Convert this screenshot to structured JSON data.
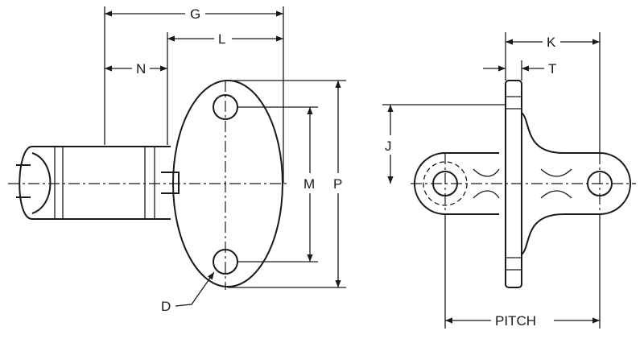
{
  "labels": {
    "G": "G",
    "L": "L",
    "N": "N",
    "M": "M",
    "P": "P",
    "D": "D",
    "K": "K",
    "T": "T",
    "J": "J",
    "pitch": "PITCH"
  }
}
